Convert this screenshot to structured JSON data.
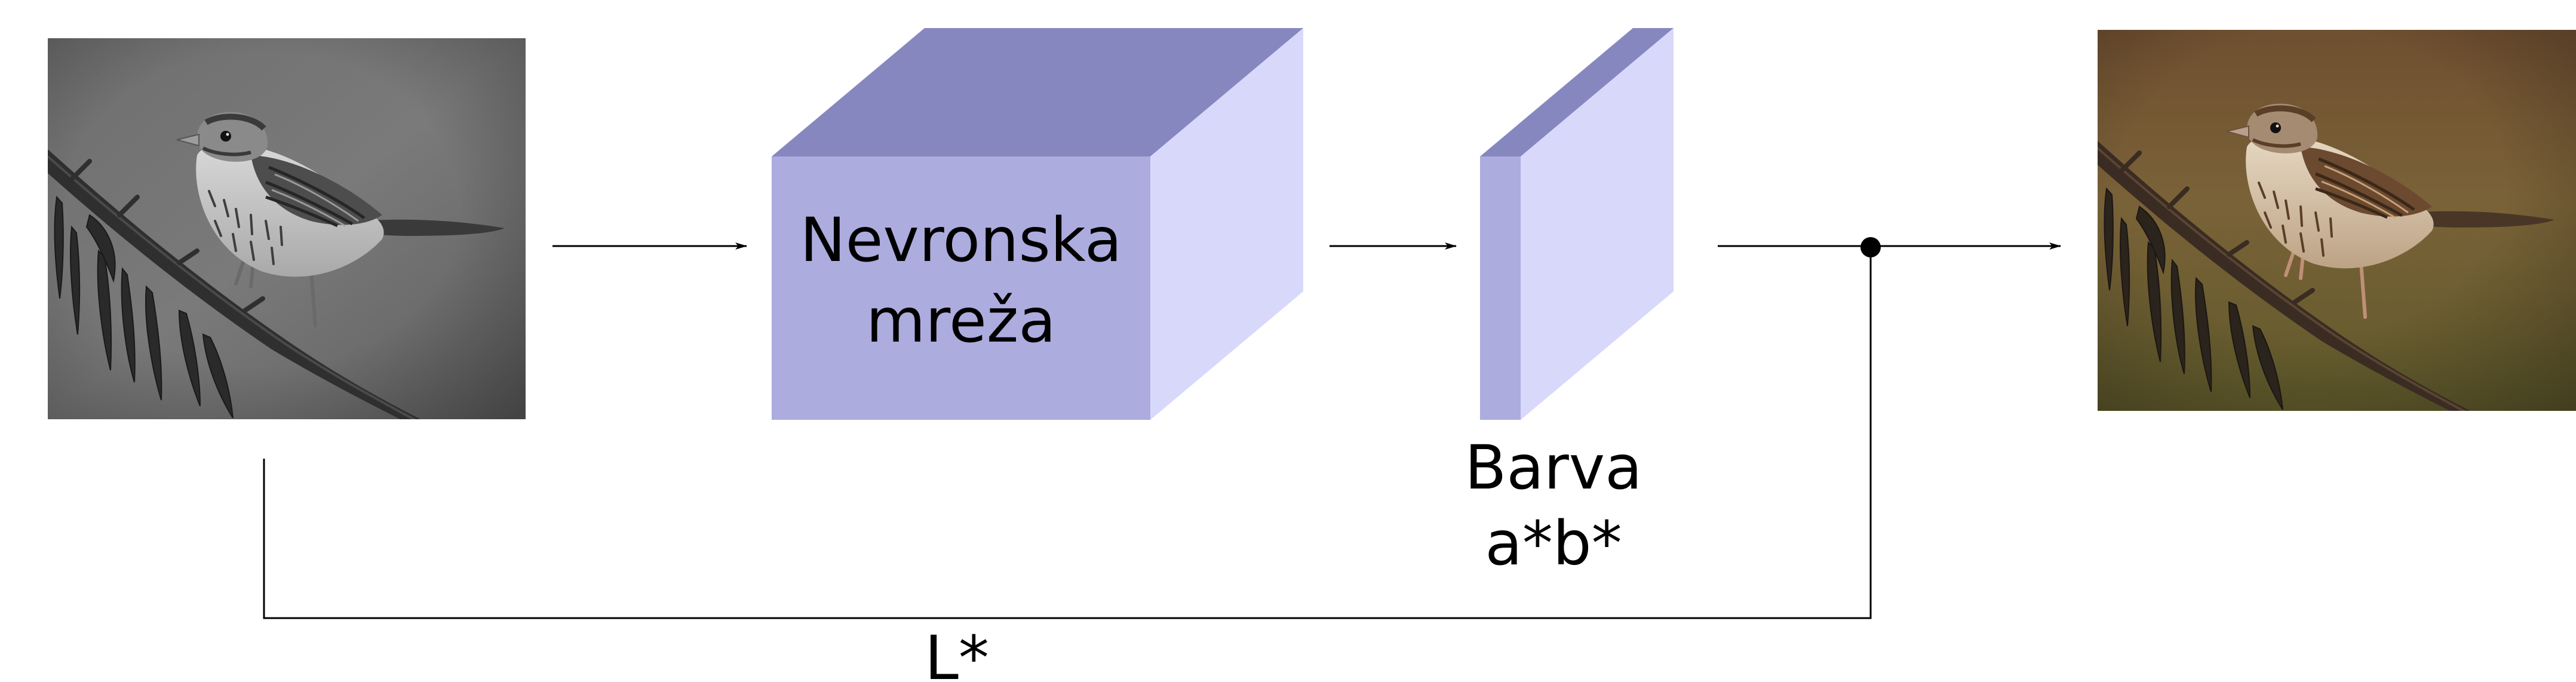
{
  "colors": {
    "cube_top": "#8787c0",
    "cube_front": "#acacdf",
    "cube_side": "#d8d8fb",
    "line": "#000000",
    "bg": "#ffffff"
  },
  "network": {
    "label_line1": "Nevronska",
    "label_line2": "mreža"
  },
  "output_layer": {
    "label_line1": "Barva",
    "label_line2": "a*b*"
  },
  "skip": {
    "label": "L*"
  },
  "images": {
    "input": "grayscale-sparrow-photo",
    "output": "colorized-sparrow-photo"
  }
}
